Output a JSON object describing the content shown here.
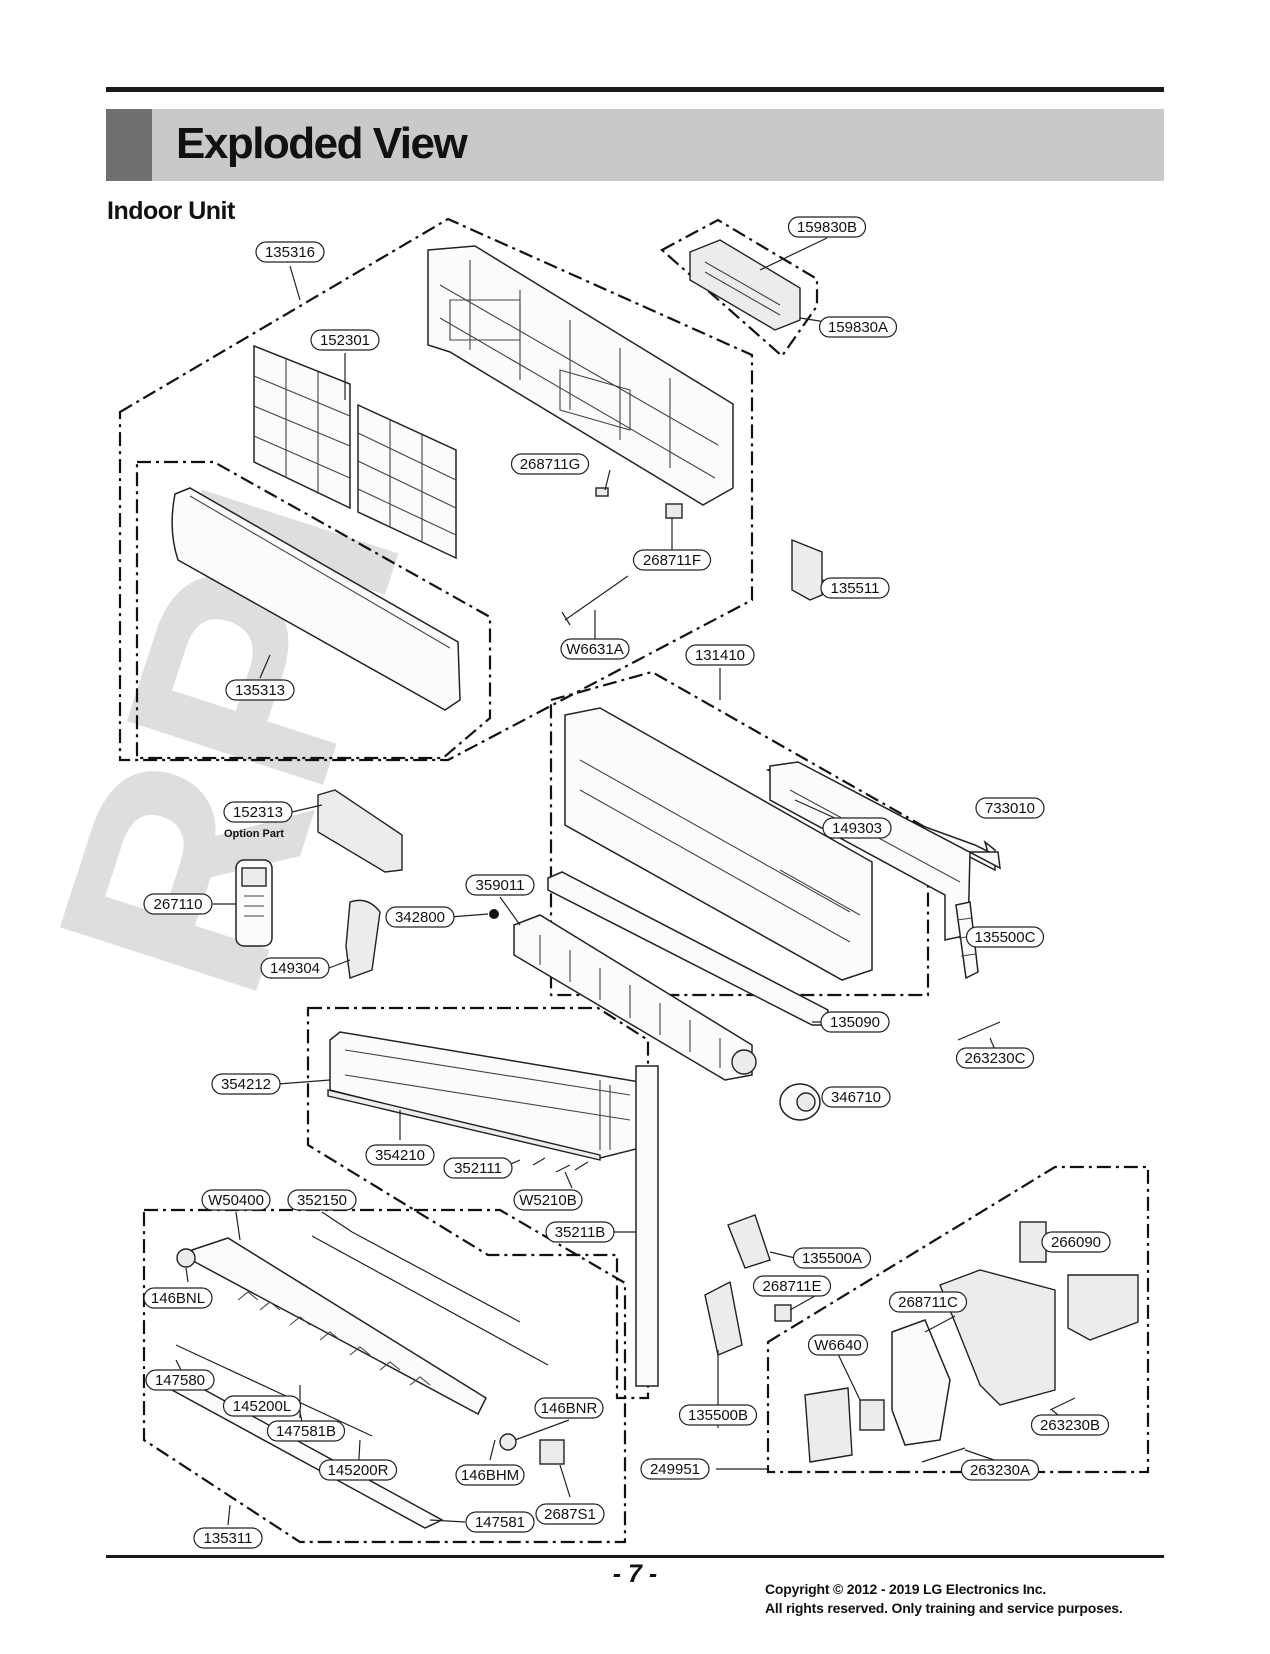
{
  "header": {
    "title": "Exploded View",
    "subtitle": "Indoor Unit"
  },
  "watermark": "RPI",
  "option_note": "Option Part",
  "parts": [
    {
      "id": "p-159830B",
      "label": "159830B"
    },
    {
      "id": "p-135316",
      "label": "135316"
    },
    {
      "id": "p-159830A",
      "label": "159830A"
    },
    {
      "id": "p-152301",
      "label": "152301"
    },
    {
      "id": "p-268711G",
      "label": "268711G"
    },
    {
      "id": "p-268711F",
      "label": "268711F"
    },
    {
      "id": "p-135511",
      "label": "135511"
    },
    {
      "id": "p-W6631A",
      "label": "W6631A"
    },
    {
      "id": "p-131410",
      "label": "131410"
    },
    {
      "id": "p-135313",
      "label": "135313"
    },
    {
      "id": "p-733010",
      "label": "733010"
    },
    {
      "id": "p-152313",
      "label": "152313"
    },
    {
      "id": "p-149303",
      "label": "149303"
    },
    {
      "id": "p-359011",
      "label": "359011"
    },
    {
      "id": "p-267110",
      "label": "267110"
    },
    {
      "id": "p-342800",
      "label": "342800"
    },
    {
      "id": "p-135500C",
      "label": "135500C"
    },
    {
      "id": "p-149304",
      "label": "149304"
    },
    {
      "id": "p-135090",
      "label": "135090"
    },
    {
      "id": "p-263230C",
      "label": "263230C"
    },
    {
      "id": "p-354212",
      "label": "354212"
    },
    {
      "id": "p-346710",
      "label": "346710"
    },
    {
      "id": "p-354210",
      "label": "354210"
    },
    {
      "id": "p-352111",
      "label": "352111"
    },
    {
      "id": "p-W50400",
      "label": "W50400"
    },
    {
      "id": "p-352150",
      "label": "352150"
    },
    {
      "id": "p-W5210B",
      "label": "W5210B"
    },
    {
      "id": "p-35211B",
      "label": "35211B"
    },
    {
      "id": "p-266090",
      "label": "266090"
    },
    {
      "id": "p-135500A",
      "label": "135500A"
    },
    {
      "id": "p-268711E",
      "label": "268711E"
    },
    {
      "id": "p-146BNL",
      "label": "146BNL"
    },
    {
      "id": "p-268711C",
      "label": "268711C"
    },
    {
      "id": "p-W6640",
      "label": "W6640"
    },
    {
      "id": "p-147580",
      "label": "147580"
    },
    {
      "id": "p-145200L",
      "label": "145200L"
    },
    {
      "id": "p-146BNR",
      "label": "146BNR"
    },
    {
      "id": "p-263230B",
      "label": "263230B"
    },
    {
      "id": "p-135500B",
      "label": "135500B"
    },
    {
      "id": "p-147581B",
      "label": "147581B"
    },
    {
      "id": "p-145200R",
      "label": "145200R"
    },
    {
      "id": "p-146BHM",
      "label": "146BHM"
    },
    {
      "id": "p-263230A",
      "label": "263230A"
    },
    {
      "id": "p-249951",
      "label": "249951"
    },
    {
      "id": "p-2687S1",
      "label": "2687S1"
    },
    {
      "id": "p-147581",
      "label": "147581"
    },
    {
      "id": "p-135311",
      "label": "135311"
    }
  ],
  "footer": {
    "page_number": "- 7 -",
    "copyright_line1": "Copyright © 2012 - 2019 LG Electronics Inc.",
    "copyright_line2": "All rights reserved. Only training and service purposes."
  }
}
